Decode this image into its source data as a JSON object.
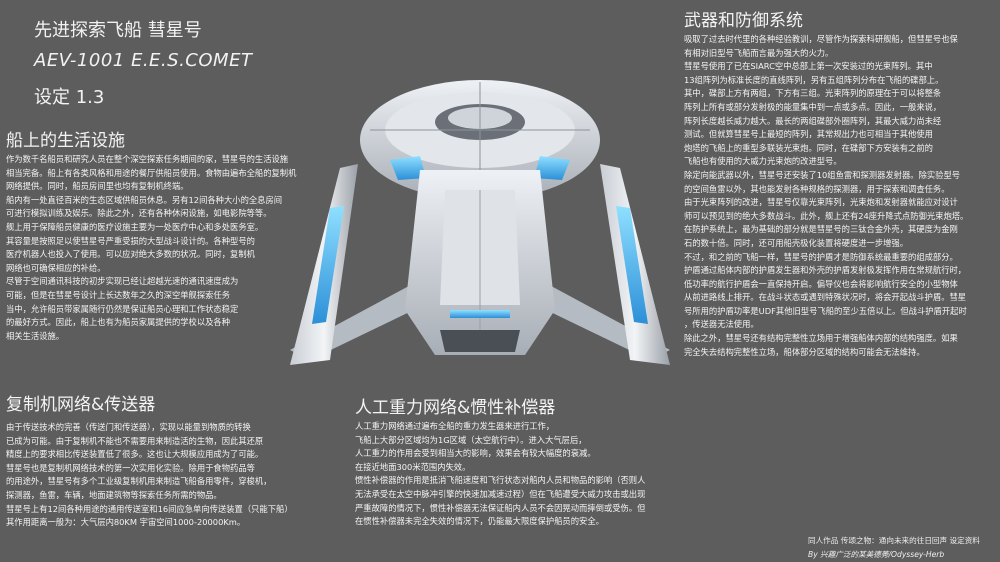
{
  "header": {
    "title": "先进探索飞船 彗星号",
    "registry": "AEV-1001 E.E.S.COMET",
    "setting": "设定 1.3"
  },
  "living": {
    "heading": "船上的生活设施",
    "lines": [
      "作为数千名船员和研究人员在整个深空探索任务期间的家，彗星号的生活设施",
      "相当完备。船上有各类风格和用途的餐厅供船员使用。食物由遍布全船的复制机",
      "网络提供。同时，船员房间里也均有复制机终端。",
      "船内有一处直径百米的生态区域供船员休息。另有12间各种大小的全息房间",
      "可进行模拟训练及娱乐。除此之外，还有各种休闲设施，如电影院等等。",
      "舰上用于保障船员健康的医疗设施主要为一处医疗中心和多处医务室。",
      "其容量是按照足以使彗星号严重受损的大型战斗设计的。各种型号的",
      "医疗机器人也投入了使用。可以应对绝大多数的状况。同时，复制机",
      "网络也可确保相应的补给。",
      "尽管于空间通讯科技的初步实现已经让超越光速的通讯速度成为",
      "可能，但是在彗星号设计上长达数年之久的深空单舰探索任务",
      "当中，允许船员带家属随行仍然是保证船员心理和工作状态稳定",
      "的最好方式。因此，船上也有为船员家属提供的学校以及各种",
      "相关生活设施。"
    ]
  },
  "replicator": {
    "heading": "复制机网络&传送器",
    "lines": [
      "由于传送技术的完善（传送门和传送器），实现以能量到物质的转换",
      "已成为可能。由于复制机不能也不需要用来制造活的生物，因此其还原",
      "精度上的要求相比传送装置低了很多。这也让大规模应用成为了可能。",
      "彗星号也是复制机网络技术的第一次实用化实验。除用于食物药品等",
      "的用途外，彗星号有多个工业级复制机用来制造飞船备用零件，穿梭机，",
      "探测器，鱼雷，车辆，地面建筑物等探索任务所需的物品。",
      "彗星号上有12间各种用途的通用传送室和16间应急单向传送装置（只能下船）",
      "其作用距离一般为：大气层内80KM 宇宙空间1000-20000Km。"
    ]
  },
  "gravity": {
    "heading": "人工重力网络&惯性补偿器",
    "lines": [
      "人工重力网络通过遍布全船的重力发生器来进行工作，",
      "飞船上大部分区域均为1G区域（太空航行中）。进入大气层后，",
      "人工重力的作用会受到相当大的影响，效果会有较大幅度的衰减。",
      "在接近地面300米范围内失效。",
      "惯性补偿器的作用是抵消飞船速度和飞行状态对船内人员和物品的影响（否则人",
      "无法承受在太空中脉冲引擎的快速加减速过程）但在飞船遭受大威力攻击或出现",
      "严重故障的情况下，惯性补偿器无法保证船内人员不会因晃动而摔倒或受伤。但",
      "在惯性补偿器未完全失效的情况下，仍能最大限度保护船员的安全。"
    ]
  },
  "weapons": {
    "heading": "武器和防御系统",
    "lines": [
      "吸取了过去时代里的各种经验教训，尽管作为探索科研舰船，但彗星号也保",
      "有相对旧型号飞船而言最为强大的火力。",
      "彗星号使用了已在SIARC空中总部上第一次安装过的光束阵列。其中",
      "13组阵列为标准长度的直线阵列，另有五组阵列分布在飞船的碟部上。",
      "其中，碟部上方有两组，下方有三组。光束阵列的原理在于可以将整条",
      "阵列上所有或部分发射极的能量集中到一点或多点。因此，一般来说，",
      "阵列长度越长威力越大。最长的两组碟部外圈阵列，其最大威力尚未经",
      "测试。但就算彗星号上最短的阵列，其常规出力也可相当于其他使用",
      "炮塔的飞船上的重型多联装光束炮。同时，在碟部下方安装有之前的",
      "飞船也有使用的大威力光束炮的改进型号。",
      "除定向能武器以外，彗星号还安装了10组鱼雷和探测器发射器。除实验型号",
      "的空间鱼雷以外，其也能发射各种规格的探测器，用于探索和调查任务。",
      "由于光束阵列的改进，彗星号仅靠光束阵列，光束炮和发射器就能应对设计",
      "师可以预见到的绝大多数战斗。此外，舰上还有24座升降式点防御光束炮塔。",
      "在防护系统上，最为基础的部分就是彗星号的三钛合金外壳，其硬度为金刚",
      "石的数十倍。同时，还可用船壳极化装置将硬度进一步增强。",
      "不过，和之前的飞船一样，彗星号的护盾才是防御系统最重要的组成部分。",
      "护盾通过船体内部的护盾发生器和外壳的护盾发射极发挥作用在常规航行时，",
      "低功率的航行护盾会一直保持开启。偏导仪也会将影响航行安全的小型物体",
      "从前进路线上排开。在战斗状态或遇到特殊状况时，将会开起战斗护盾。彗星",
      "号所用的护盾功率是UDF其他旧型号飞船的至少五倍以上。但战斗护盾开起时",
      "，传送器无法使用。",
      "除此之外，彗星号还有结构完整性立场用于增强船体内部的结构强度。如果",
      "完全失去结构完整性立场，船体部分区域的结构可能会无法维持。"
    ]
  },
  "footer": {
    "line1": "同人作品 传颂之物：通向未来的往日回声 设定资料",
    "line2": "By 兴趣广泛的某美德莠/Odyssey-Herb"
  },
  "colors": {
    "background": "#5d5d5d",
    "hull": "#d8dde4",
    "glow": "#3fb2f0"
  }
}
